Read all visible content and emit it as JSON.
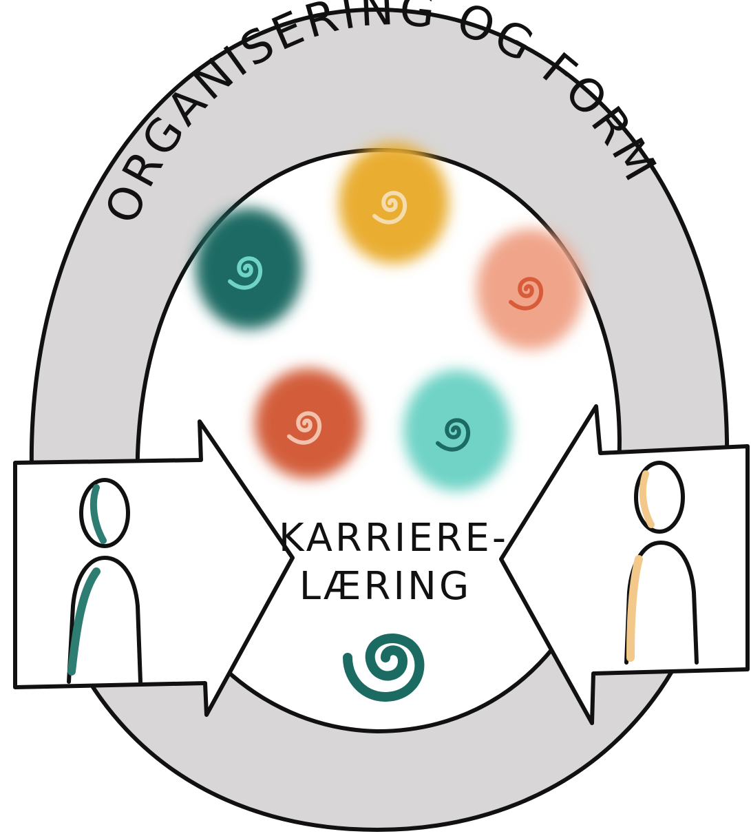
{
  "ring": {
    "title": "ORGANISERING OG FORM",
    "fill_color": "#d8d6d6"
  },
  "center": {
    "label_line1": "KARRIERE-",
    "label_line2": "LÆRING",
    "spiral_color": "#1c6b63"
  },
  "blobs": [
    {
      "name": "dark-teal",
      "color": "#1f6b64",
      "spiral_color": "#6fd3c6"
    },
    {
      "name": "mustard",
      "color": "#e9ad33",
      "spiral_color": "#f4dcae"
    },
    {
      "name": "salmon",
      "color": "#f0a58a",
      "spiral_color": "#d85b3a"
    },
    {
      "name": "burnt-orange",
      "color": "#d35d3a",
      "spiral_color": "#f2c2ac"
    },
    {
      "name": "light-teal",
      "color": "#6fd3c6",
      "spiral_color": "#1c6b63"
    }
  ],
  "figures": {
    "left_accent": "#2e7d72",
    "right_accent": "#f2c98a"
  }
}
